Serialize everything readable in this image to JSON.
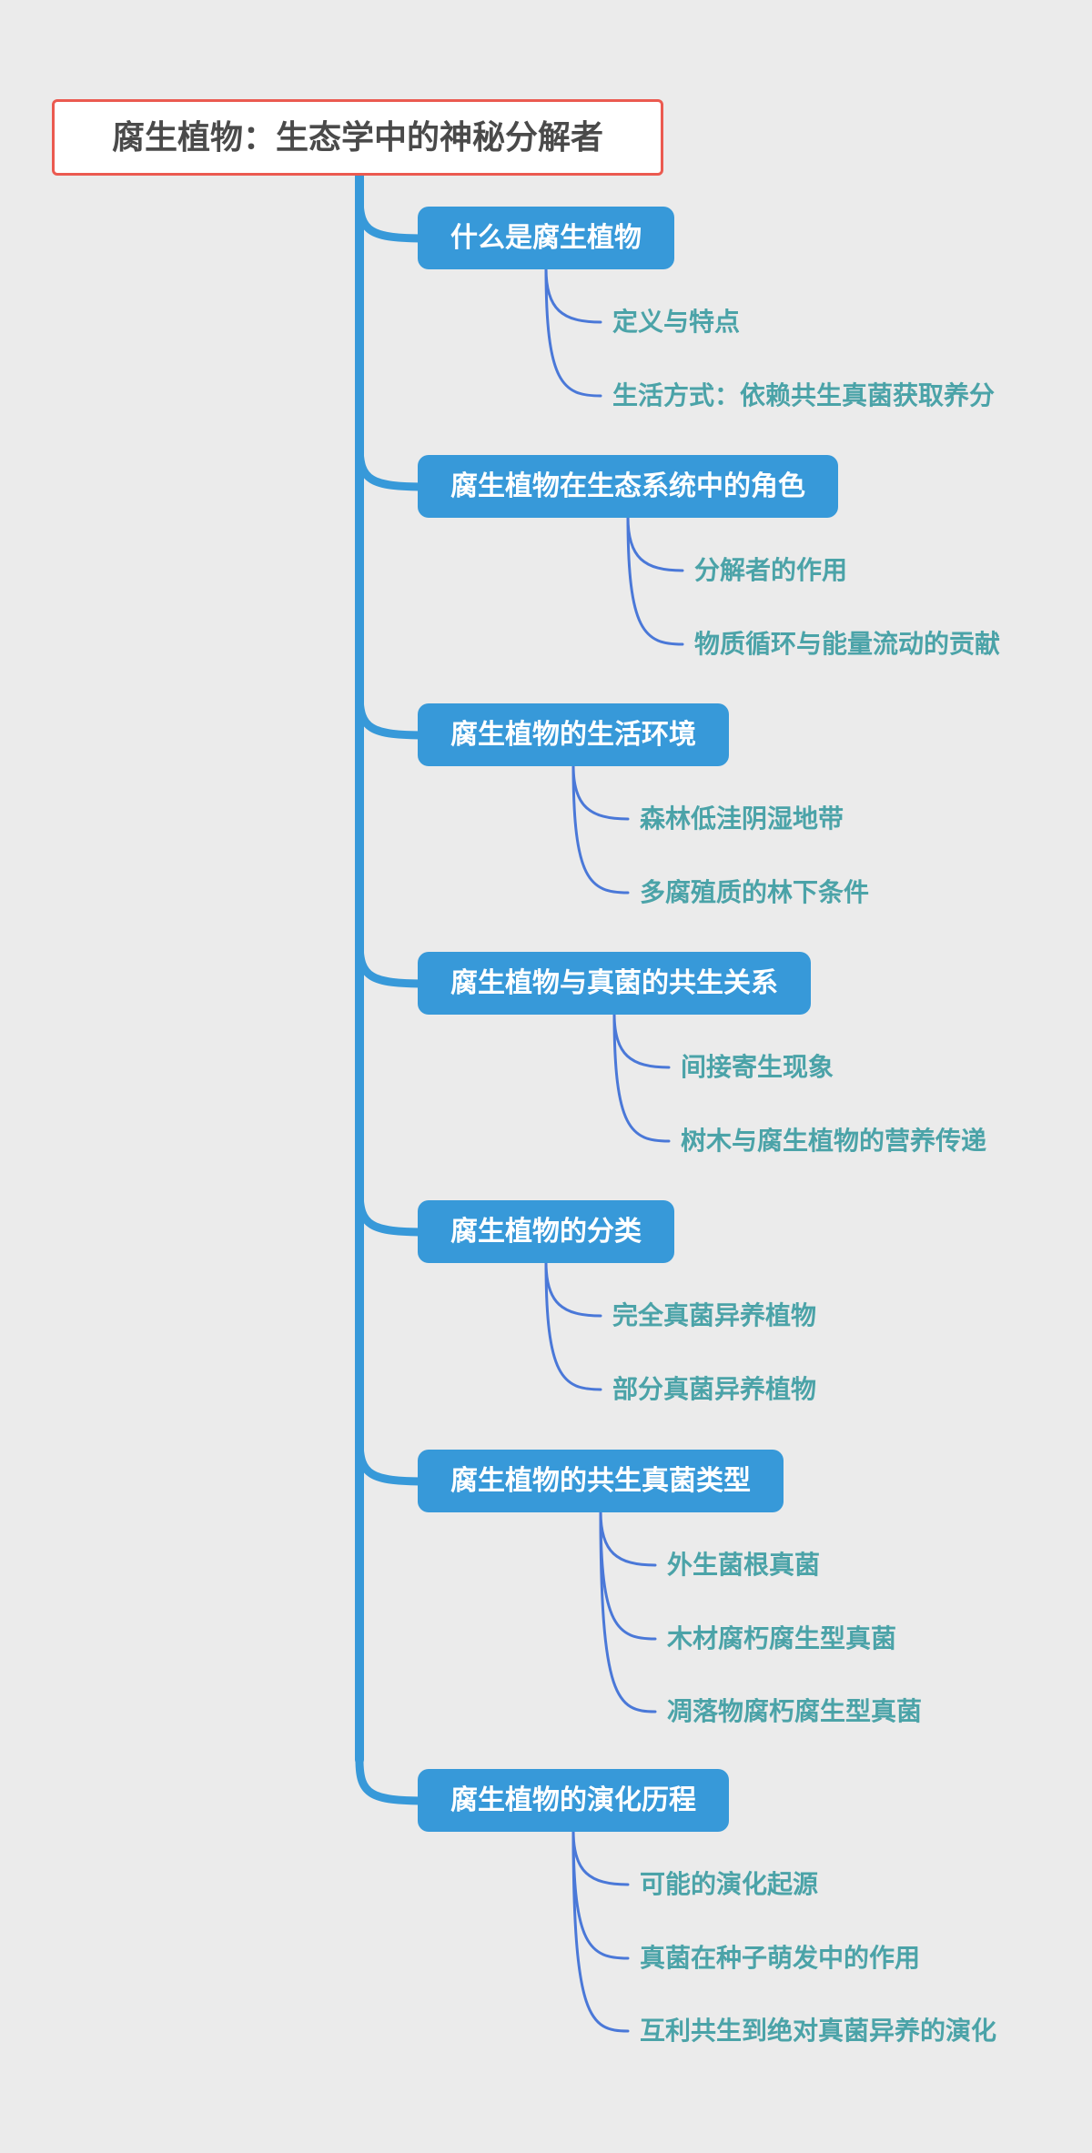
{
  "root": {
    "label": "腐生植物：生态学中的神秘分解者"
  },
  "branches": [
    {
      "label": "什么是腐生植物",
      "children": [
        "定义与特点",
        "生活方式：依赖共生真菌获取养分"
      ]
    },
    {
      "label": "腐生植物在生态系统中的角色",
      "children": [
        "分解者的作用",
        "物质循环与能量流动的贡献"
      ]
    },
    {
      "label": "腐生植物的生活环境",
      "children": [
        "森林低洼阴湿地带",
        "多腐殖质的林下条件"
      ]
    },
    {
      "label": "腐生植物与真菌的共生关系",
      "children": [
        "间接寄生现象",
        "树木与腐生植物的营养传递"
      ]
    },
    {
      "label": "腐生植物的分类",
      "children": [
        "完全真菌异养植物",
        "部分真菌异养植物"
      ]
    },
    {
      "label": "腐生植物的共生真菌类型",
      "children": [
        "外生菌根真菌",
        "木材腐朽腐生型真菌",
        "凋落物腐朽腐生型真菌"
      ]
    },
    {
      "label": "腐生植物的演化历程",
      "children": [
        "可能的演化起源",
        "真菌在种子萌发中的作用",
        "互利共生到绝对真菌异养的演化"
      ]
    }
  ],
  "colors": {
    "background": "#ebebeb",
    "node_fill": "#3799d9",
    "trunk_line": "#3799d9",
    "sub_line": "#4a78d8",
    "sub_text": "#4ba3a8",
    "root_border": "#eb5a50",
    "root_text": "#4a4a4a",
    "root_fill": "#ffffff"
  }
}
